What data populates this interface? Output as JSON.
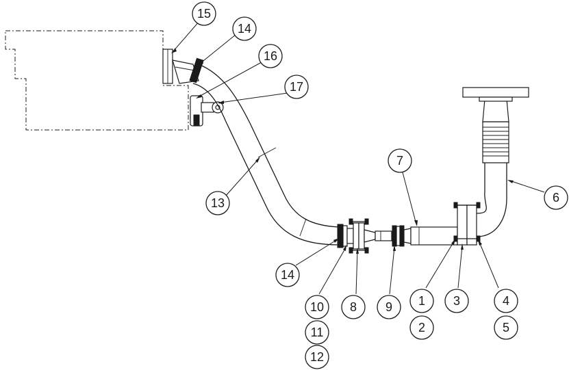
{
  "balloons": [
    {
      "id": "b15",
      "label": "15"
    },
    {
      "id": "b14a",
      "label": "14"
    },
    {
      "id": "b16",
      "label": "16"
    },
    {
      "id": "b17",
      "label": "17"
    },
    {
      "id": "b7",
      "label": "7"
    },
    {
      "id": "b6",
      "label": "6"
    },
    {
      "id": "b13",
      "label": "13"
    },
    {
      "id": "b14b",
      "label": "14"
    },
    {
      "id": "b10",
      "label": "10"
    },
    {
      "id": "b11",
      "label": "11"
    },
    {
      "id": "b12",
      "label": "12"
    },
    {
      "id": "b8",
      "label": "8"
    },
    {
      "id": "b9",
      "label": "9"
    },
    {
      "id": "b1",
      "label": "1"
    },
    {
      "id": "b2",
      "label": "2"
    },
    {
      "id": "b3",
      "label": "3"
    },
    {
      "id": "b4",
      "label": "4"
    },
    {
      "id": "b5",
      "label": "5"
    }
  ]
}
